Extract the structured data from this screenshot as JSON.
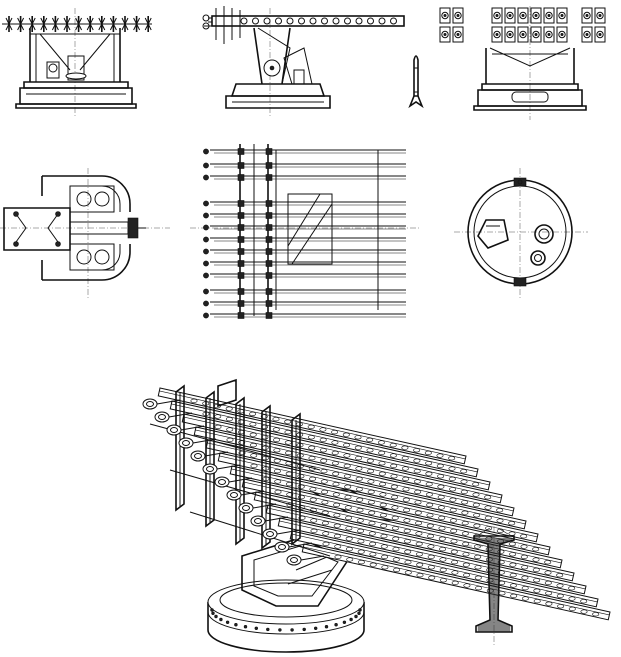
{
  "drawing": {
    "views": [
      {
        "id": "front-elevation",
        "label": ""
      },
      {
        "id": "side-elevation",
        "label": ""
      },
      {
        "id": "rear-elevation",
        "label": ""
      },
      {
        "id": "rocket-projectile",
        "label": ""
      },
      {
        "id": "mount-plan",
        "label": ""
      },
      {
        "id": "rail-plan",
        "label": ""
      },
      {
        "id": "base-plan",
        "label": ""
      },
      {
        "id": "isometric-view",
        "label": ""
      },
      {
        "id": "rail-section",
        "label": ""
      }
    ],
    "colors": {
      "ink": "#111111",
      "paper": "#ffffff",
      "center_line": "#555555"
    }
  }
}
